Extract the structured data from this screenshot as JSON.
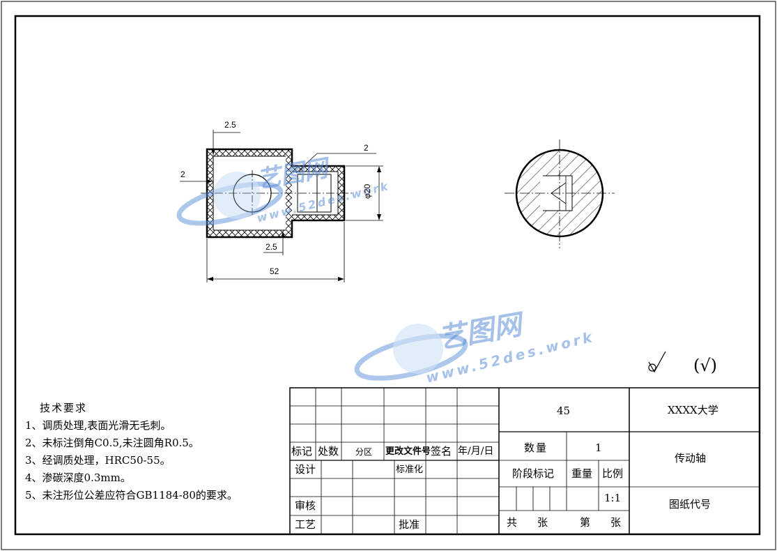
{
  "technical_requirements": {
    "title": "技术要求",
    "items": [
      "1、调质处理,表面光滑无毛刺。",
      "2、未标注倒角C0.5,未注圆角R0.5。",
      "3、经调质处理，HRC50-55。",
      "4、渗碳深度0.3mm。",
      "5、未注形位公差应符合GB1184-80的要求。"
    ]
  },
  "dimensions": {
    "chamfer_top": "2.5",
    "chamfer_left": "2",
    "chamfer_right": "2",
    "chamfer_bottom": "2.5",
    "length": "52",
    "diameter": "φ20"
  },
  "roughness": {
    "symbol": "(√)"
  },
  "title_block": {
    "material": "45",
    "organization": "XXXX大学",
    "part_name": "传动轴",
    "drawing_number_label": "图纸代号",
    "revision_headers": {
      "mark": "标记",
      "count": "处数",
      "zone": "分区",
      "doc_number": "更改文件号",
      "signature": "签名",
      "date": "年/月/日"
    },
    "design": "设计",
    "standardization": "标准化",
    "review": "审核",
    "process": "工艺",
    "approve": "批准",
    "quantity_label": "数量",
    "quantity_value": "1",
    "stage_mark": "阶段标记",
    "weight": "重量",
    "scale_label": "比例",
    "scale_value": "1:1",
    "sheets_total": "共",
    "sheets_unit1": "张",
    "sheet_no": "第",
    "sheets_unit2": "张"
  },
  "watermark": {
    "brand": "艺图网",
    "url": "www.52des.work"
  },
  "colors": {
    "ink": "#000000",
    "watermark": "#5b8fd8"
  }
}
